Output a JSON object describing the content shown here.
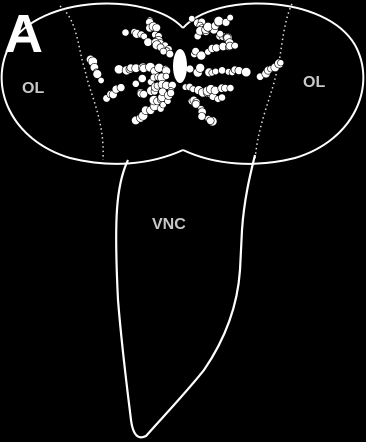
{
  "figure": {
    "panel_letter": "A",
    "labels": {
      "optic_lobe_left": "OL",
      "optic_lobe_right": "OL",
      "ventral_nerve_cord": "VNC"
    },
    "colors": {
      "background": "#000000",
      "outline": "#ffffff",
      "cells": "#ffffff",
      "label_text": "#c8c8c8"
    }
  }
}
